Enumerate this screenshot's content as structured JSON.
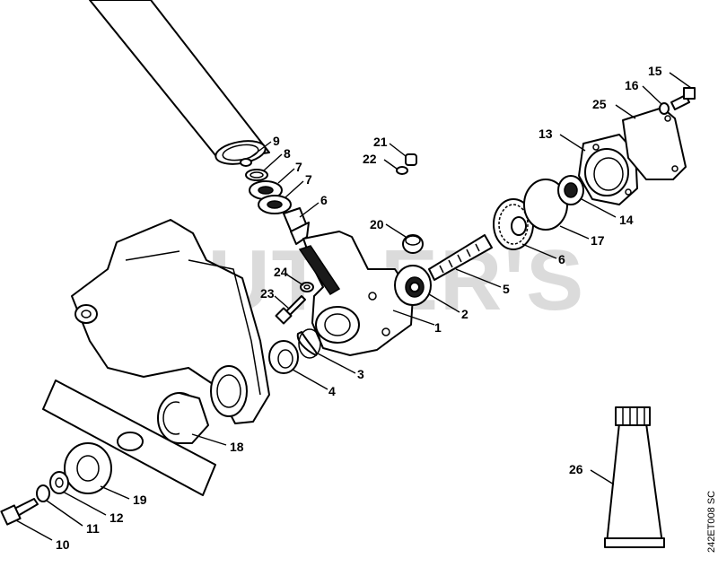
{
  "watermark": "CUTLER'S",
  "drawing_code": "242ET008 SC",
  "callouts": [
    {
      "id": "c1",
      "label": "1"
    },
    {
      "id": "c2",
      "label": "2"
    },
    {
      "id": "c3",
      "label": "3"
    },
    {
      "id": "c4",
      "label": "4"
    },
    {
      "id": "c5",
      "label": "5"
    },
    {
      "id": "c6a",
      "label": "6"
    },
    {
      "id": "c6b",
      "label": "6"
    },
    {
      "id": "c7a",
      "label": "7"
    },
    {
      "id": "c7b",
      "label": "7"
    },
    {
      "id": "c8",
      "label": "8"
    },
    {
      "id": "c9",
      "label": "9"
    },
    {
      "id": "c10",
      "label": "10"
    },
    {
      "id": "c11",
      "label": "11"
    },
    {
      "id": "c12",
      "label": "12"
    },
    {
      "id": "c13",
      "label": "13"
    },
    {
      "id": "c14",
      "label": "14"
    },
    {
      "id": "c15",
      "label": "15"
    },
    {
      "id": "c16",
      "label": "16"
    },
    {
      "id": "c17",
      "label": "17"
    },
    {
      "id": "c18",
      "label": "18"
    },
    {
      "id": "c19",
      "label": "19"
    },
    {
      "id": "c20",
      "label": "20"
    },
    {
      "id": "c21",
      "label": "21"
    },
    {
      "id": "c22",
      "label": "22"
    },
    {
      "id": "c23",
      "label": "23"
    },
    {
      "id": "c24",
      "label": "24"
    },
    {
      "id": "c25",
      "label": "25"
    },
    {
      "id": "c26",
      "label": "26"
    }
  ]
}
